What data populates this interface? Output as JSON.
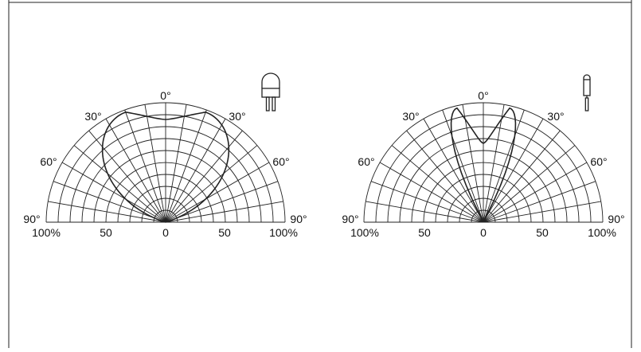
{
  "colors": {
    "line": "#222222",
    "background": "#ffffff"
  },
  "diagrams": [
    {
      "angle_labels": {
        "top": "0°",
        "left30": "30°",
        "right30": "30°",
        "left60": "60°",
        "right60": "60°",
        "left90": "90°",
        "right90": "90°"
      },
      "radial_labels": {
        "left100": "100%",
        "left50": "50",
        "center": "0",
        "right50": "50",
        "right100": "100%"
      },
      "package_icon": "wide-dome-led-icon"
    },
    {
      "angle_labels": {
        "top": "0°",
        "left30": "30°",
        "right30": "30°",
        "left60": "60°",
        "right60": "60°",
        "left90": "90°",
        "right90": "90°"
      },
      "radial_labels": {
        "left100": "100%",
        "left50": "50",
        "center": "0",
        "right50": "50",
        "right100": "100%"
      },
      "package_icon": "narrow-led-icon"
    }
  ]
}
